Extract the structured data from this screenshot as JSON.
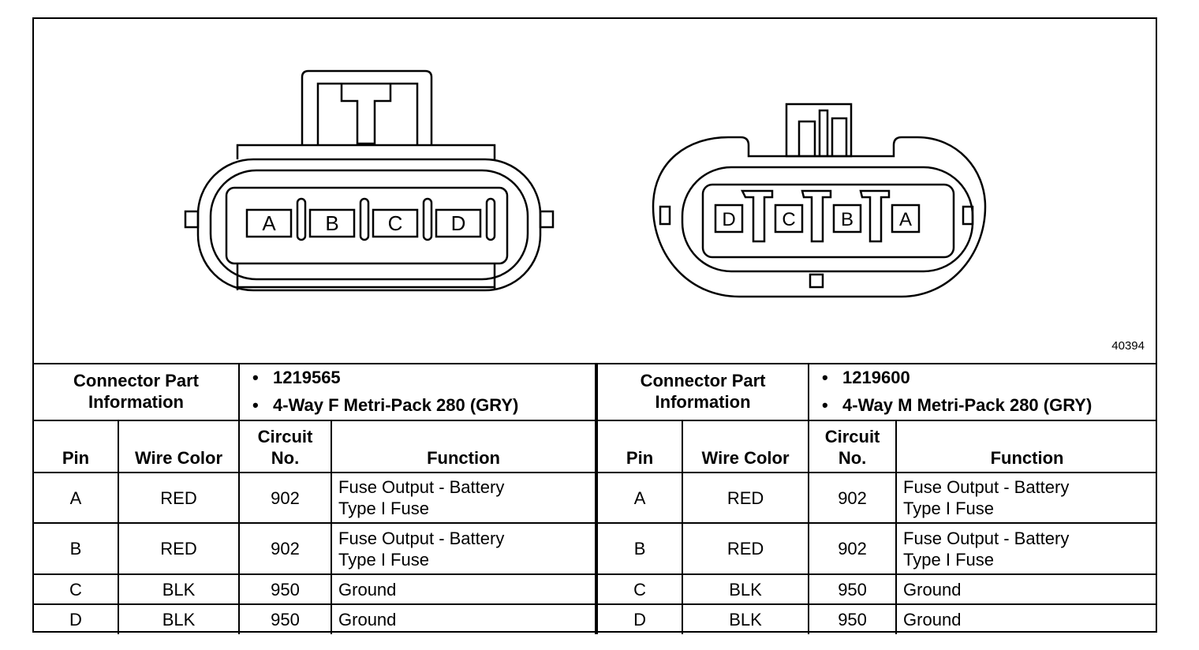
{
  "figure": {
    "id": "40394"
  },
  "connectors": [
    {
      "part_label": "Connector Part Information",
      "part_info": [
        "1219565",
        "4-Way F Metri-Pack 280 (GRY)"
      ],
      "pin_labels": [
        "A",
        "B",
        "C",
        "D"
      ],
      "columns": [
        "Pin",
        "Wire Color",
        "Circuit No.",
        "Function"
      ],
      "rows": [
        {
          "pin": "A",
          "wire_color": "RED",
          "circuit": "902",
          "function": [
            "Fuse Output - Battery",
            "Type I Fuse"
          ]
        },
        {
          "pin": "B",
          "wire_color": "RED",
          "circuit": "902",
          "function": [
            "Fuse Output - Battery",
            "Type I Fuse"
          ]
        },
        {
          "pin": "C",
          "wire_color": "BLK",
          "circuit": "950",
          "function": [
            "Ground"
          ]
        },
        {
          "pin": "D",
          "wire_color": "BLK",
          "circuit": "950",
          "function": [
            "Ground"
          ]
        }
      ]
    },
    {
      "part_label": "Connector Part Information",
      "part_info": [
        "1219600",
        "4-Way M Metri-Pack 280 (GRY)"
      ],
      "pin_labels": [
        "D",
        "C",
        "B",
        "A"
      ],
      "columns": [
        "Pin",
        "Wire Color",
        "Circuit No.",
        "Function"
      ],
      "rows": [
        {
          "pin": "A",
          "wire_color": "RED",
          "circuit": "902",
          "function": [
            "Fuse Output - Battery",
            "Type I Fuse"
          ]
        },
        {
          "pin": "B",
          "wire_color": "RED",
          "circuit": "902",
          "function": [
            "Fuse Output - Battery",
            "Type I Fuse"
          ]
        },
        {
          "pin": "C",
          "wire_color": "BLK",
          "circuit": "950",
          "function": [
            "Ground"
          ]
        },
        {
          "pin": "D",
          "wire_color": "BLK",
          "circuit": "950",
          "function": [
            "Ground"
          ]
        }
      ]
    }
  ]
}
